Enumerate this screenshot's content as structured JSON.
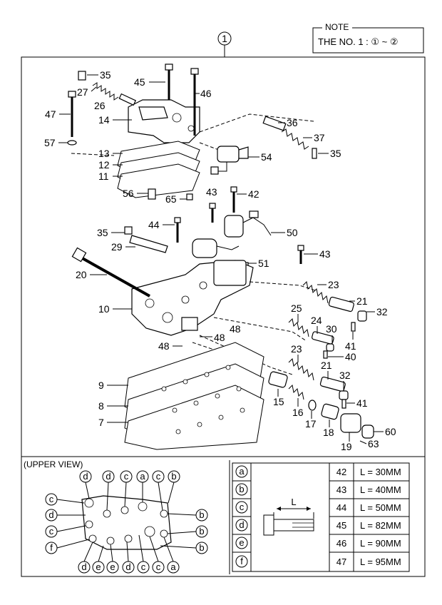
{
  "note": {
    "title": "NOTE",
    "text": "THE NO. 1 : ① ~ ②"
  },
  "assembly_number": "1",
  "part_labels": [
    {
      "id": "p35a",
      "text": "35"
    },
    {
      "id": "p27",
      "text": "27"
    },
    {
      "id": "p26",
      "text": "26"
    },
    {
      "id": "p45",
      "text": "45"
    },
    {
      "id": "p46",
      "text": "46"
    },
    {
      "id": "p47",
      "text": "47"
    },
    {
      "id": "p14",
      "text": "14"
    },
    {
      "id": "p57",
      "text": "57"
    },
    {
      "id": "p13",
      "text": "13"
    },
    {
      "id": "p12",
      "text": "12"
    },
    {
      "id": "p11",
      "text": "11"
    },
    {
      "id": "p36",
      "text": "36"
    },
    {
      "id": "p37",
      "text": "37"
    },
    {
      "id": "p35b",
      "text": "35"
    },
    {
      "id": "p54",
      "text": "54"
    },
    {
      "id": "p56",
      "text": "56"
    },
    {
      "id": "p65",
      "text": "65"
    },
    {
      "id": "p43a",
      "text": "43"
    },
    {
      "id": "p42",
      "text": "42"
    },
    {
      "id": "p44",
      "text": "44"
    },
    {
      "id": "p35c",
      "text": "35"
    },
    {
      "id": "p50",
      "text": "50"
    },
    {
      "id": "p29",
      "text": "29"
    },
    {
      "id": "p43b",
      "text": "43"
    },
    {
      "id": "p51",
      "text": "51"
    },
    {
      "id": "p20",
      "text": "20"
    },
    {
      "id": "p23a",
      "text": "23"
    },
    {
      "id": "p21a",
      "text": "21"
    },
    {
      "id": "p32a",
      "text": "32"
    },
    {
      "id": "p10",
      "text": "10"
    },
    {
      "id": "p25",
      "text": "25"
    },
    {
      "id": "p24",
      "text": "24"
    },
    {
      "id": "p30",
      "text": "30"
    },
    {
      "id": "p41a",
      "text": "41"
    },
    {
      "id": "p48a",
      "text": "48"
    },
    {
      "id": "p48b",
      "text": "48"
    },
    {
      "id": "p48c",
      "text": "48"
    },
    {
      "id": "p40",
      "text": "40"
    },
    {
      "id": "p23b",
      "text": "23"
    },
    {
      "id": "p21b",
      "text": "21"
    },
    {
      "id": "p32b",
      "text": "32"
    },
    {
      "id": "p9",
      "text": "9"
    },
    {
      "id": "p15",
      "text": "15"
    },
    {
      "id": "p16",
      "text": "16"
    },
    {
      "id": "p41b",
      "text": "41"
    },
    {
      "id": "p8",
      "text": "8"
    },
    {
      "id": "p17",
      "text": "17"
    },
    {
      "id": "p18",
      "text": "18"
    },
    {
      "id": "p7",
      "text": "7"
    },
    {
      "id": "p60",
      "text": "60"
    },
    {
      "id": "p19",
      "text": "19"
    },
    {
      "id": "p63",
      "text": "63"
    }
  ],
  "upper_view": {
    "title": "(UPPER VIEW)",
    "letters_top": [
      "d",
      "d",
      "c",
      "a",
      "c",
      "b"
    ],
    "letters_left": [
      "c",
      "d",
      "c",
      "f"
    ],
    "letters_right": [
      "b",
      "b",
      "b"
    ],
    "letters_bottom": [
      "d",
      "e",
      "e",
      "d",
      "c",
      "c",
      "a"
    ]
  },
  "bolt_table": {
    "dimension_label": "L",
    "rows": [
      {
        "code": "a",
        "part": "42",
        "length": "L = 30MM"
      },
      {
        "code": "b",
        "part": "43",
        "length": "L = 40MM"
      },
      {
        "code": "c",
        "part": "44",
        "length": "L = 50MM"
      },
      {
        "code": "d",
        "part": "45",
        "length": "L = 82MM"
      },
      {
        "code": "e",
        "part": "46",
        "length": "L = 90MM"
      },
      {
        "code": "f",
        "part": "47",
        "length": "L = 95MM"
      }
    ]
  }
}
